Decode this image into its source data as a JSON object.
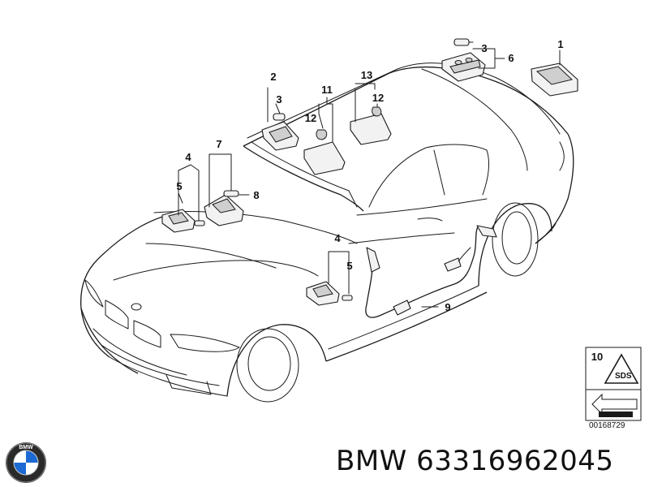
{
  "diagram": {
    "callouts": {
      "c1": "1",
      "c2": "2",
      "c3a": "3",
      "c3b": "3",
      "c4a": "4",
      "c4b": "4",
      "c5a": "5",
      "c5b": "5",
      "c6": "6",
      "c7": "7",
      "c8": "8",
      "c9": "9",
      "c10": "10",
      "c11": "11",
      "c12a": "12",
      "c12b": "12",
      "c13": "13"
    },
    "drawing_code": "00168729",
    "warning_label_text": "SDS"
  },
  "logo": {
    "text": "BMW"
  },
  "caption": {
    "text": "BMW 63316962045"
  },
  "colors": {
    "line": "#1a1a1a",
    "part_fill": "#f2f2f2",
    "logo_blue": "#1c69d4"
  }
}
